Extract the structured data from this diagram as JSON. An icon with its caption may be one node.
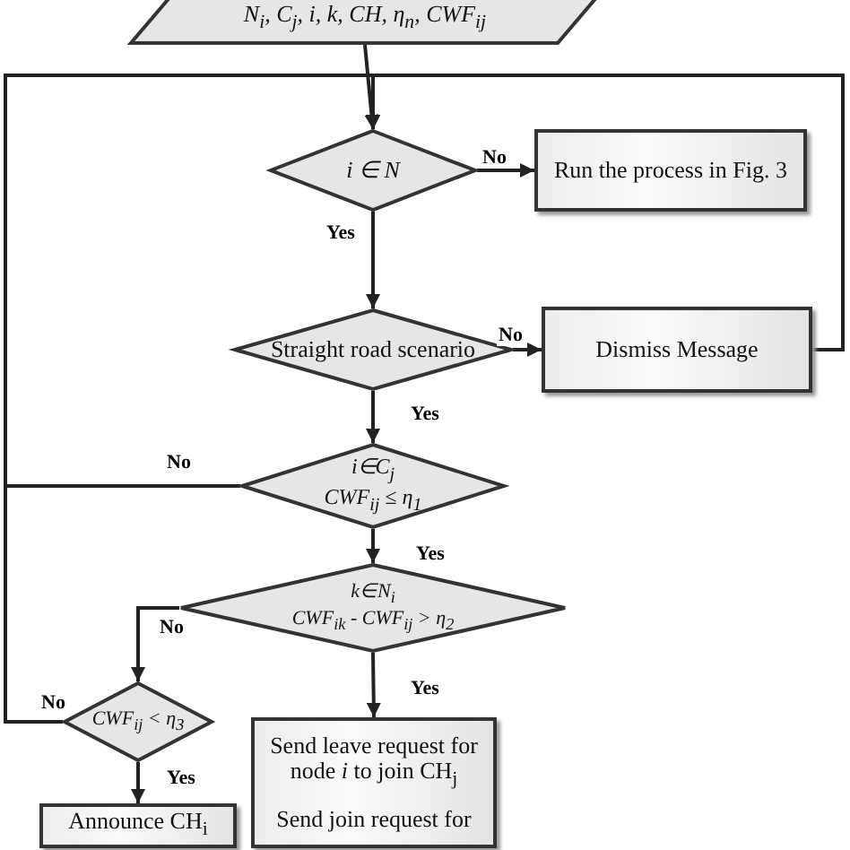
{
  "diagram": {
    "nodes": [
      {
        "text": [
          "N$_{i}$, C$_{j}$, i, k, CH, η$_{n}$, CWF$_{ij}$"
        ]
      },
      {
        "text": [
          "i ∈ N"
        ]
      },
      {
        "text": [
          "Run the process in Fig. 3"
        ]
      },
      {
        "text": [
          "Straight road scenario"
        ]
      },
      {
        "text": [
          "Dismiss Message"
        ]
      },
      {
        "text": [
          "i∈C$_{j}$",
          "CWF$_{ij}$ ≤ η$_{1}$"
        ]
      },
      {
        "text": [
          "k∈N$_{i}$",
          "CWF$_{ik}$ - CWF$_{ij}$ > η$_{2}$"
        ]
      },
      {
        "text": [
          "CWF$_{ij}$ < η$_{3}$"
        ]
      },
      {
        "text": [
          "Send leave request for node *i* to join CH$_{j}$",
          "Send join request for"
        ]
      },
      {
        "text": [
          "Announce CH$_{i}$"
        ]
      }
    ],
    "edges": [
      {
        "from": 0,
        "to": 1,
        "arrow": "to"
      },
      {
        "from": 1,
        "to": 2,
        "arrow": "to",
        "label": "No"
      },
      {
        "from": 1,
        "to": 3,
        "arrow": "to",
        "label": "Yes"
      },
      {
        "from": 3,
        "to": 4,
        "arrow": "to",
        "label": "No"
      },
      {
        "from": 4,
        "to": 1,
        "arrow": "to"
      },
      {
        "from": 3,
        "to": 5,
        "arrow": "to",
        "label": "Yes"
      },
      {
        "from": 5,
        "to": 1,
        "arrow": "to",
        "label": "No"
      },
      {
        "from": 5,
        "to": 6,
        "arrow": "to",
        "label": "Yes"
      },
      {
        "from": 6,
        "to": 7,
        "arrow": "to",
        "label": "No"
      },
      {
        "from": 6,
        "to": 8,
        "arrow": "to",
        "label": "Yes"
      },
      {
        "from": 7,
        "to": 1,
        "arrow": "to",
        "label": "No"
      },
      {
        "from": 7,
        "to": 9,
        "arrow": "to",
        "label": "Yes"
      }
    ]
  }
}
